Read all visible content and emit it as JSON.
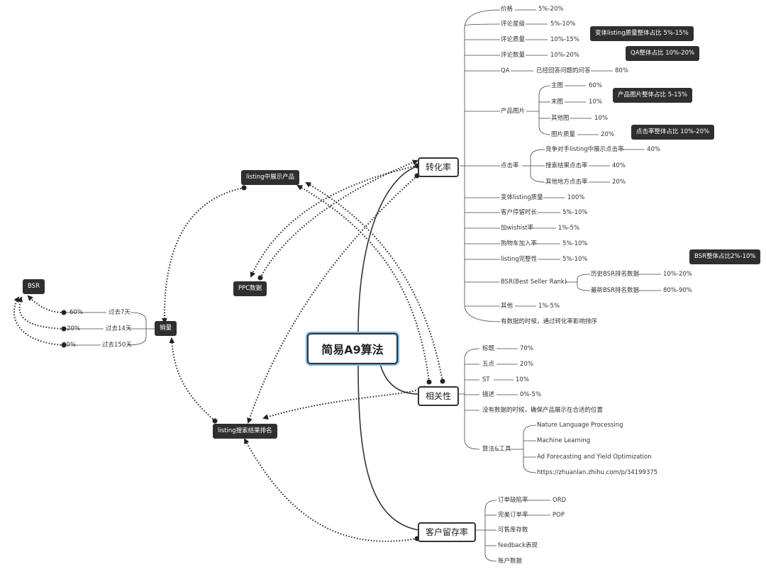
{
  "root": "简易A9算法",
  "zhuanhua": {
    "title": "转化率",
    "items": {
      "price": {
        "k": "价格",
        "v": "5%-20%"
      },
      "review_level": {
        "k": "评论星级",
        "v": "5%-10%"
      },
      "review_quality": {
        "k": "评论质量",
        "v": "10%-15%"
      },
      "review_count": {
        "k": "评论数量",
        "v": "10%-20%"
      },
      "qa": {
        "k": "QA",
        "mid": "已经回答问题的问答",
        "v": "80%"
      },
      "images": {
        "k": "产品图片",
        "main": {
          "k": "主图",
          "v": "60%"
        },
        "end": {
          "k": "末图",
          "v": "10%"
        },
        "other": {
          "k": "其他图",
          "v": "10%"
        },
        "quality": {
          "k": "图片质量",
          "v": "20%"
        }
      },
      "ctr": {
        "k": "点击率",
        "a": {
          "k": "竞争对手listing中展示点击率",
          "v": "40%"
        },
        "b": {
          "k": "搜索结果点击率",
          "v": "40%"
        },
        "c": {
          "k": "其他地方点击率",
          "v": "20%"
        }
      },
      "variant": {
        "k": "变体listing质量",
        "v": "100%"
      },
      "stay": {
        "k": "客户停留时长",
        "v": "5%-10%"
      },
      "wishlist": {
        "k": "加wishist率",
        "v": "1%-5%"
      },
      "cart": {
        "k": "购物车加入率",
        "v": "5%-10%"
      },
      "complete": {
        "k": "listing完整性",
        "v": "5%-10%"
      },
      "bsr": {
        "k": "BSR(Best Seller Rank)",
        "hist": {
          "k": "历史BSR排名数据",
          "v": "10%-20%"
        },
        "latest": {
          "k": "最新BSR排名数据",
          "v": "80%-90%"
        }
      },
      "other": {
        "k": "其他",
        "v": "1%-5%"
      },
      "note": "有数据的时候，通过转化率影响排序"
    },
    "callouts": {
      "variant": "变体listing质量整体占比 5%-15%",
      "qa": "QA整体占比 10%-20%",
      "image": "产品图片整体占比 5-15%",
      "ctr": "点击率整体占比 10%-20%",
      "bsr": "BSR整体占比2%-10%"
    }
  },
  "xiangguan": {
    "title": "相关性",
    "items": {
      "title": {
        "k": "标题",
        "v": "70%"
      },
      "bullets": {
        "k": "五点",
        "v": "20%"
      },
      "st": {
        "k": "ST",
        "v": "10%"
      },
      "desc": {
        "k": "描述",
        "v": "0%-5%"
      },
      "note": "没有数据的时候，确保产品展示在合适的位置",
      "algo": {
        "k": "算法&工具",
        "a": "Nature Language Processing",
        "b": "Machine Learning",
        "c": "Ad Forecasting and Yield Optimization",
        "d": "https://zhuanlan.zhihu.com/p/34199375"
      }
    }
  },
  "liucun": {
    "title": "客户留存率",
    "items": {
      "defect": {
        "k": "订单缺陷率",
        "v": "ORD"
      },
      "perfect": {
        "k": "完美订单率",
        "v": "POP"
      },
      "stock": "可售库存数",
      "feedback": "feedback表现",
      "account": "账户数据"
    }
  },
  "left": {
    "show": "listing中展示产品",
    "ppc": "PPC数据",
    "rank": "listing搜索结果排名",
    "sales": "销量",
    "bsr": "BSR",
    "s7": {
      "pct": "60%",
      "k": "过去7天"
    },
    "s14": {
      "pct": "20%",
      "k": "过去14天"
    },
    "s150": {
      "pct": "20%",
      "k": "过去150天"
    }
  }
}
